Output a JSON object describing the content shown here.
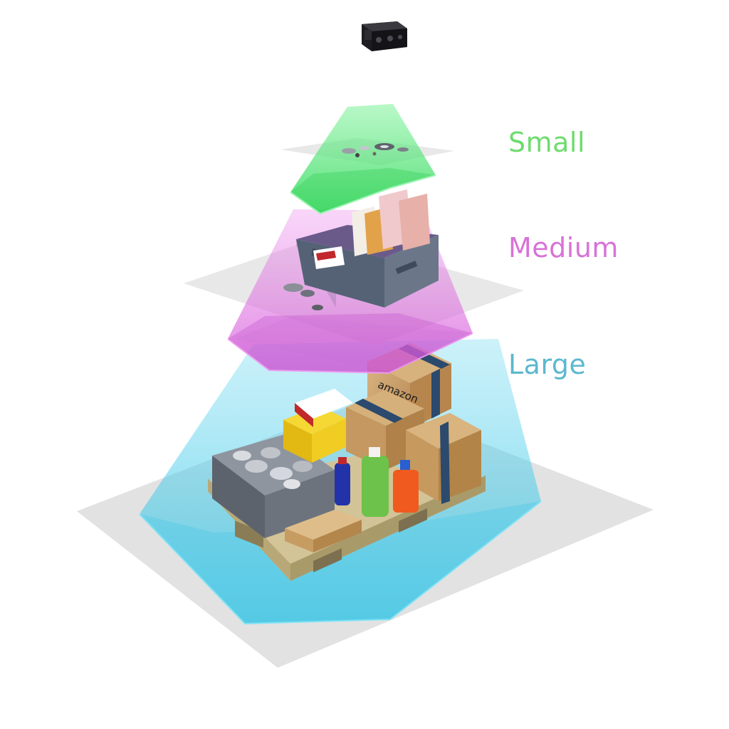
{
  "zones": [
    {
      "name": "Small",
      "color": "#6ddc6d"
    },
    {
      "name": "Medium",
      "color": "#d872d8"
    },
    {
      "name": "Large",
      "color": "#5cb8cf"
    }
  ],
  "colors": {
    "small_cone": "#47e36a",
    "medium_cone": "#e05ce0",
    "large_cone": "#4ad0ea",
    "plane": "#dcdcdc",
    "sensor_body": "#1e1e22",
    "cardboard": "#c69d6a",
    "tape": "#2b4a6e",
    "crate": "#5d6470",
    "pallet": "#cbbd8e"
  },
  "icons": {
    "sensor": "camera-sensor-icon",
    "small_items": "small-parts-icon",
    "medium_tote": "tote-bin-icon",
    "large_pallet": "pallet-icon"
  },
  "packages": {
    "brand_text": "amazon"
  }
}
